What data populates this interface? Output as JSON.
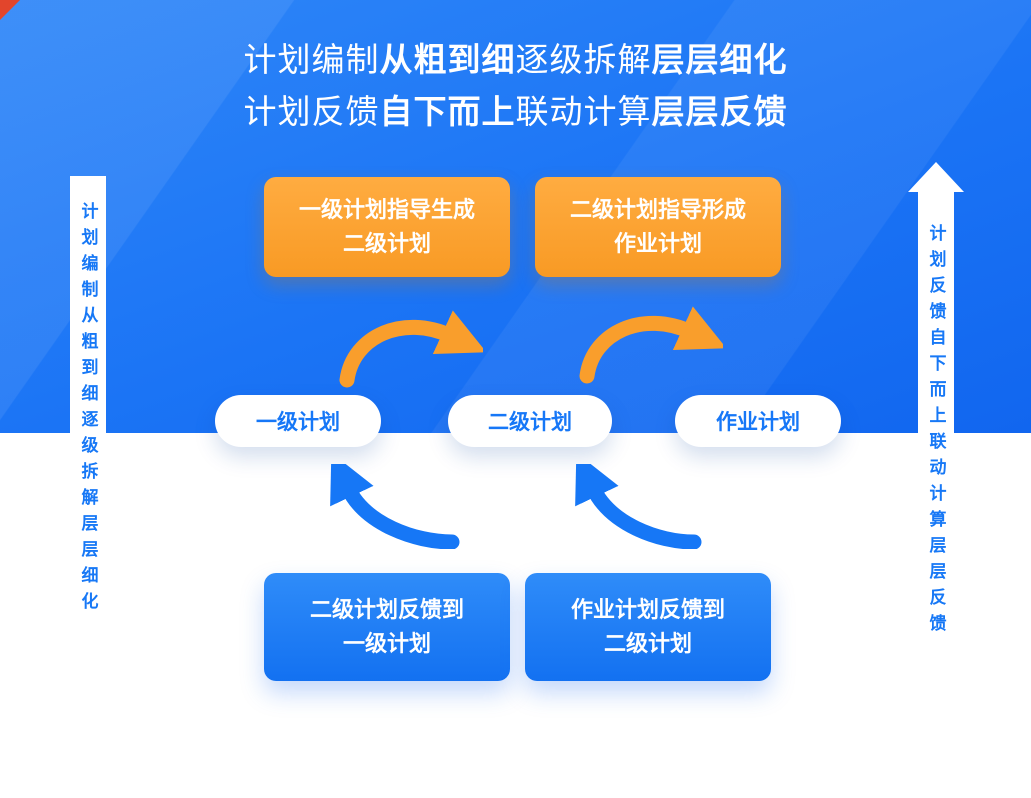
{
  "title": {
    "line1": {
      "n1": "计划编制",
      "b1": "从粗到细",
      "n2": "逐级拆解",
      "b2": "层层细化"
    },
    "line2": {
      "n1": "计划反馈",
      "b1": "自下而上",
      "n2": "联动计算",
      "b2": "层层反馈"
    }
  },
  "side_arrows": {
    "left": {
      "text": "计划编制从粗到细逐级拆解层层细化",
      "direction": "down"
    },
    "right": {
      "text": "计划反馈自下而上联动计算层层反馈",
      "direction": "up"
    }
  },
  "top_boxes": [
    {
      "line1": "一级计划指导生成",
      "line2": "二级计划"
    },
    {
      "line1": "二级计划指导形成",
      "line2": "作业计划"
    }
  ],
  "pills": [
    {
      "label": "一级计划"
    },
    {
      "label": "二级计划"
    },
    {
      "label": "作业计划"
    }
  ],
  "bottom_boxes": [
    {
      "line1": "二级计划反馈到",
      "line2": "一级计划"
    },
    {
      "line1": "作业计划反馈到",
      "line2": "二级计划"
    }
  ],
  "colors": {
    "background_blue": "#1B74F5",
    "accent_orange": "#F99E2C",
    "feedback_blue": "#1C7DF7",
    "pill_text_blue": "#1677F7",
    "corner_red": "#E2452C",
    "white": "#FFFFFF"
  }
}
